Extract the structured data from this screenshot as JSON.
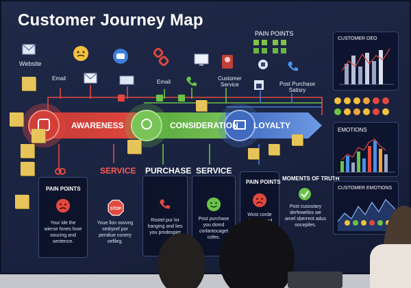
{
  "title": "Customer Journey Map",
  "top_labels": {
    "website": "Website",
    "email_left": "Email",
    "email_mid": "Email",
    "customer_service": "Customer\nService",
    "pain_points_top": "PAIN POINTS",
    "post_purchase": "Post Purchase\nSatisry"
  },
  "stages": {
    "awareness": "AWARENESS",
    "consideration": "CONSIDERATION",
    "loyalty": "LOYALTY"
  },
  "sections": {
    "service_left": "SERVICE",
    "purchase": "PURCHASE",
    "service_mid": "SERVICE",
    "moments": "MOMENTS OF TRUTH"
  },
  "cards": {
    "pain_points_1": {
      "title": "PAIN POINTS",
      "text": "Your ide the wierse fones fooe soucing and sentence."
    },
    "stop": {
      "title": "",
      "text": "Youe llon sovvng sedrpref por pendiue conery oefileg."
    },
    "purchase": {
      "title": "",
      "text": "Rostel pur lor hanging and lies you pmdespiet"
    },
    "service": {
      "title": "",
      "text": "Post purchase you domd corlantocaget cofes."
    },
    "pain_points_2": {
      "title": "PAIN POINTS",
      "text": "Wost corde dost fepued"
    },
    "moments": {
      "title": "",
      "text": "Post cusoutary derfeweliss we amel sberreot adus oocepiles."
    }
  },
  "right_panels": {
    "customer_insights": "CUSTOMER OEO",
    "emotions": "EMOTIONS",
    "customer_emotions": "CUSTOMER EMOTIONS"
  },
  "colors": {
    "awareness": "#e2483f",
    "consideration": "#6cc24a",
    "loyalty": "#4a7bd0",
    "note": "#e7c45a",
    "board": "#1f2a48"
  },
  "icons": [
    "email-icon",
    "emoji-icon",
    "chat-icon",
    "link-icon",
    "monitor-icon",
    "phone-icon",
    "person-icon",
    "support-icon",
    "stop-icon",
    "thumbs-icon",
    "happy-face-icon",
    "sad-face-icon",
    "check-icon"
  ]
}
